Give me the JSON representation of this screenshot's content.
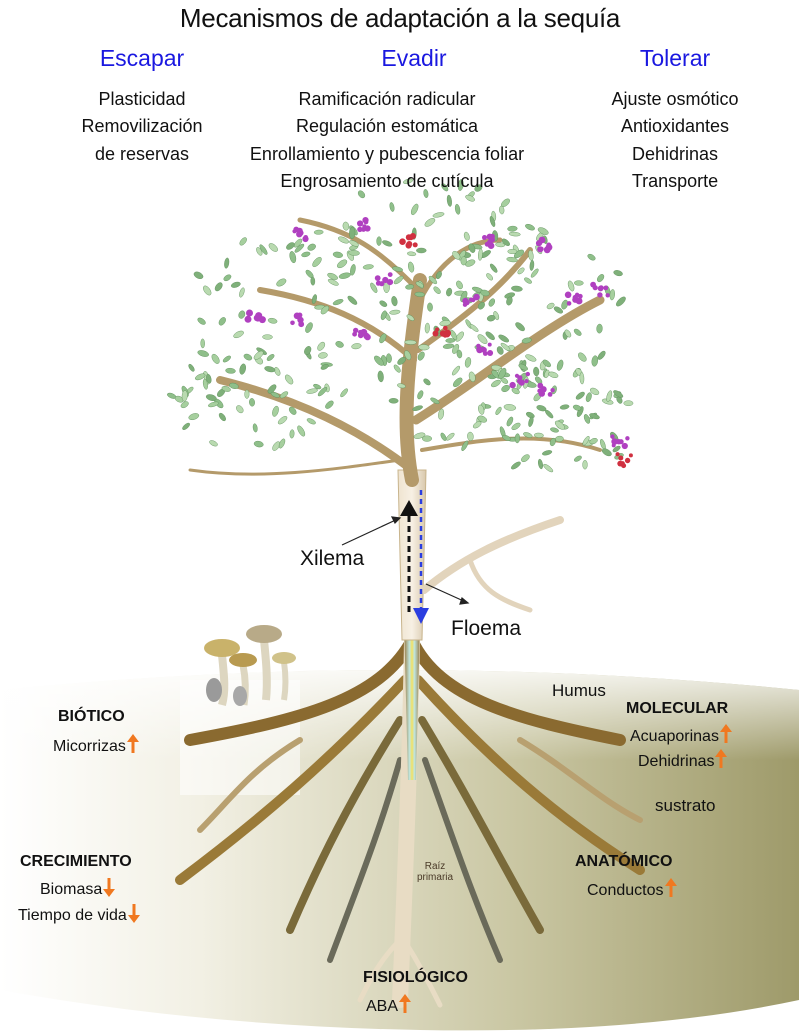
{
  "title": "Mecanismos de adaptación a la sequía",
  "mechanisms": [
    {
      "heading": "Escapar",
      "items": [
        "Plasticidad",
        "Removilización",
        "de reservas"
      ]
    },
    {
      "heading": "Evadir",
      "items": [
        "Ramificación radicular",
        "Regulación estomática",
        "Enrollamiento y pubescencia foliar",
        "Engrosamiento de cutícula"
      ]
    },
    {
      "heading": "Tolerar",
      "items": [
        "Ajuste osmótico",
        "Antioxidantes",
        "Dehidrinas",
        "Transporte"
      ]
    }
  ],
  "vascular": {
    "xylem": "Xilema",
    "phloem": "Floema"
  },
  "soil": {
    "humus": "Humus",
    "substrate": "sustrato",
    "root": [
      "Raíz",
      "primaria"
    ]
  },
  "responses": {
    "biotic": {
      "title": "BIÓTICO",
      "items": [
        {
          "label": "Micorrizas",
          "trend": "up"
        }
      ]
    },
    "growth": {
      "title": "CRECIMIENTO",
      "items": [
        {
          "label": "Biomasa",
          "trend": "down"
        },
        {
          "label": "Tiempo de vida",
          "trend": "down"
        }
      ]
    },
    "molecular": {
      "title": "MOLECULAR",
      "items": [
        {
          "label": "Acuaporinas",
          "trend": "up"
        },
        {
          "label": "Dehidrinas",
          "trend": "up"
        }
      ]
    },
    "anatomic": {
      "title": "ANATÓMICO",
      "items": [
        {
          "label": "Conductos",
          "trend": "up"
        }
      ]
    },
    "physiologic": {
      "title": "FISIOLÓGICO",
      "items": [
        {
          "label": "ABA",
          "trend": "up"
        }
      ]
    }
  },
  "colors": {
    "heading": "#1a18e0",
    "trend_arrow": "#f07820",
    "xylem_arrow": "#111111",
    "phloem_arrow": "#2b3ee0",
    "soil": "#a8a47a",
    "bark": "#b49a6a",
    "leaf": "#8fbf8a",
    "flower": "#b040c0",
    "berry": "#d03040"
  }
}
